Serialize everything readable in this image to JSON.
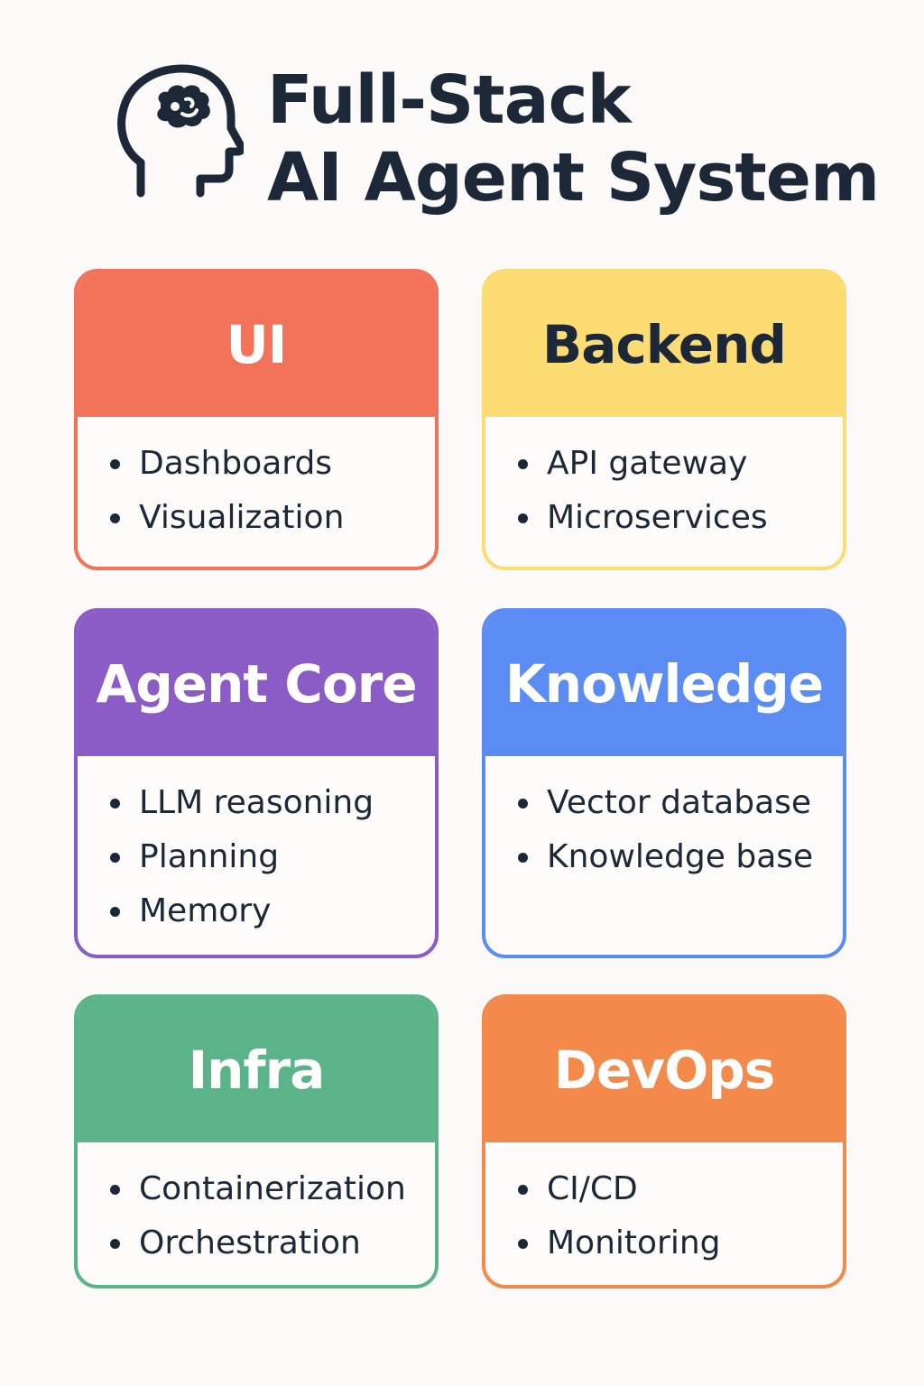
{
  "title": {
    "line1": "Full-Stack",
    "line2": "AI Agent System",
    "icon": "head-brain-icon"
  },
  "cards": [
    {
      "id": "ui",
      "title": "UI",
      "color": "#f2735a",
      "title_color": "#ffffff",
      "items": [
        "Dashboards",
        "Visualization"
      ]
    },
    {
      "id": "backend",
      "title": "Backend",
      "color": "#fddc74",
      "title_color": "#1c2838",
      "items": [
        "API gateway",
        "Microservices"
      ]
    },
    {
      "id": "agent-core",
      "title": "Agent Core",
      "color": "#8b5cc6",
      "title_color": "#ffffff",
      "items": [
        "LLM reasoning",
        "Planning",
        "Memory"
      ]
    },
    {
      "id": "knowledge",
      "title": "Knowledge",
      "color": "#5a8cf4",
      "title_color": "#ffffff",
      "items": [
        "Vector database",
        "Knowledge base"
      ]
    },
    {
      "id": "infra",
      "title": "Infra",
      "color": "#5bb38a",
      "title_color": "#ffffff",
      "items": [
        "Containerization",
        "Orchestration"
      ]
    },
    {
      "id": "devops",
      "title": "DevOps",
      "color": "#f3894a",
      "title_color": "#ffffff",
      "items": [
        "CI/CD",
        "Monitoring"
      ]
    }
  ]
}
